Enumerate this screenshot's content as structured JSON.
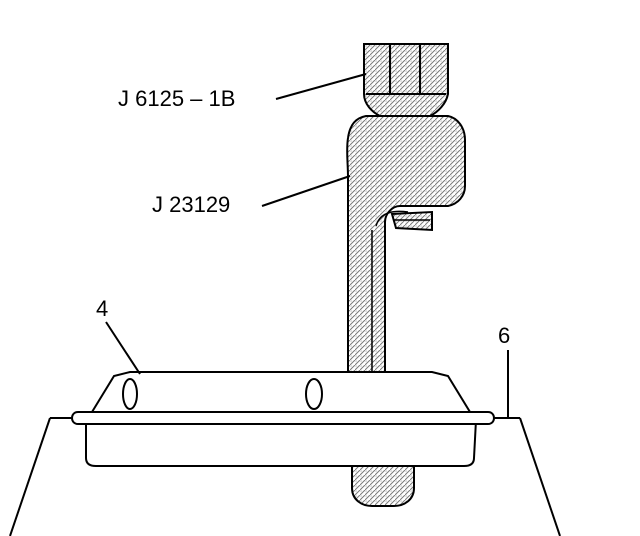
{
  "labels": {
    "tool_1": "J 6125 – 1B",
    "tool_2": "J 23129",
    "part_4": "4",
    "part_6": "6"
  },
  "colors": {
    "line": "#000000",
    "fill": "#ffffff",
    "hatch": "#8a8a8a"
  }
}
